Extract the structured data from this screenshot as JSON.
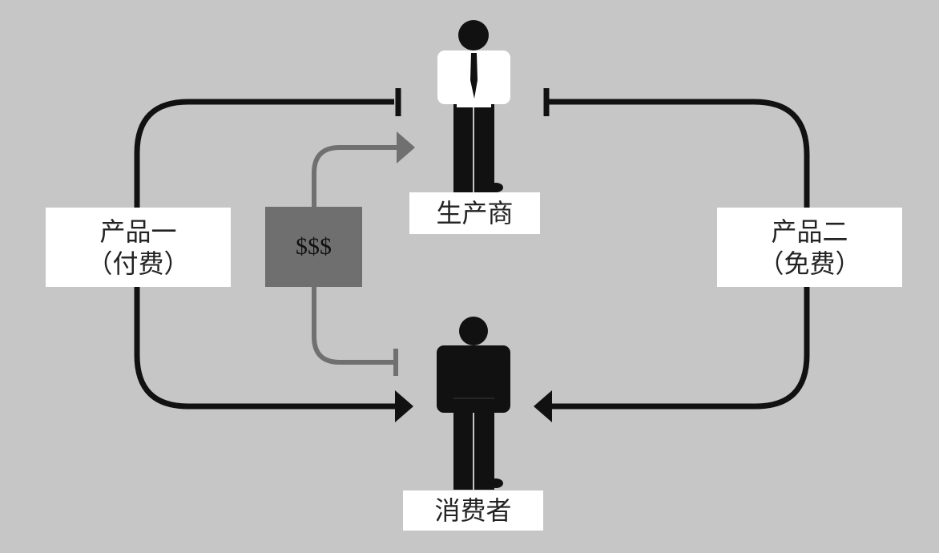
{
  "producer": {
    "label": "生产商",
    "shirt_color": "#ffffff"
  },
  "consumer": {
    "label": "消费者",
    "shirt_color": "#111111"
  },
  "product_one": {
    "line1": "产品一",
    "line2": "（付费）"
  },
  "product_two": {
    "line1": "产品二",
    "line2": "（免费）"
  },
  "money": {
    "label": "$$$"
  },
  "colors": {
    "background": "#c6c6c6",
    "black_flow": "#111111",
    "money_flow": "#707070",
    "money_box": "#6f6f6f",
    "label_box": "#ffffff"
  },
  "icons": [
    "producer-person-icon",
    "consumer-person-icon"
  ]
}
